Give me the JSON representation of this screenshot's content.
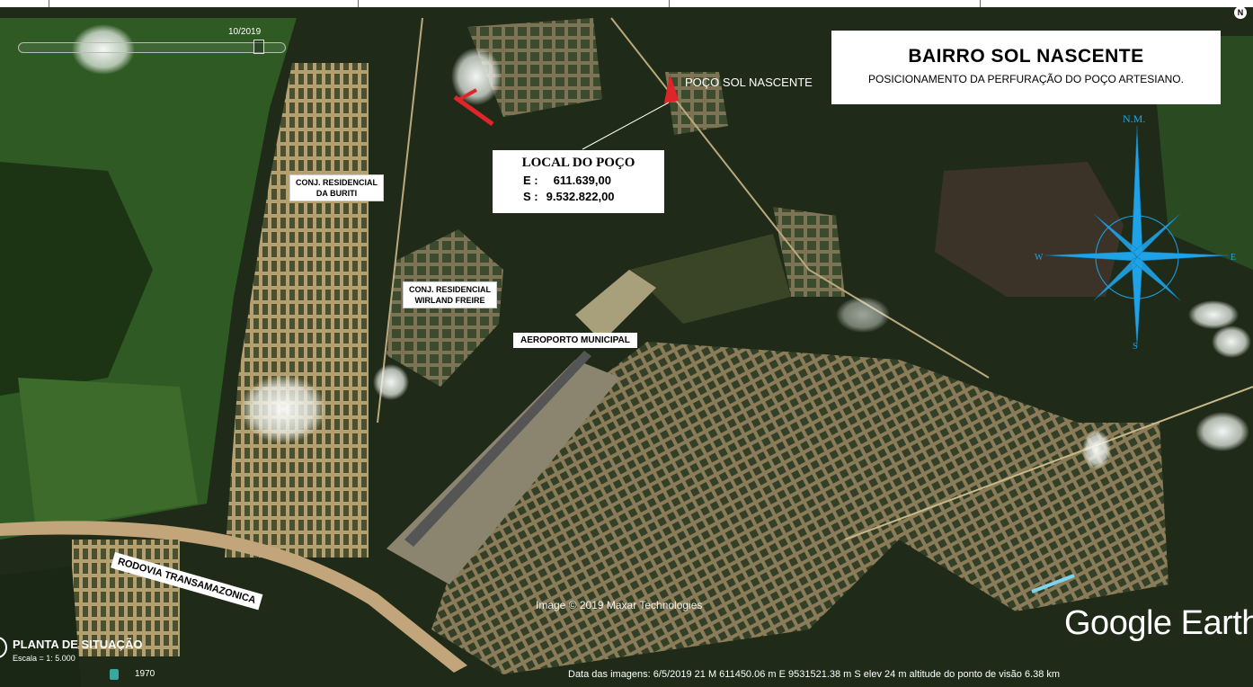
{
  "title": {
    "main": "BAIRRO SOL NASCENTE",
    "subtitle": "POSICIONAMENTO DA PERFURAÇÃO DO POÇO ARTESIANO."
  },
  "well": {
    "marker_label": "POÇO SOL NASCENTE",
    "box_title": "LOCAL DO POÇO",
    "e_label": "E :",
    "e_value": "611.639,00",
    "s_label": "S :",
    "s_value": "9.532.822,00"
  },
  "places": {
    "buriti_line1": "CONJ. RESIDENCIAL",
    "buriti_line2": "DA BURITI",
    "wirland_line1": "CONJ. RESIDENCIAL",
    "wirland_line2": "WIRLAND FREIRE",
    "airport": "AEROPORTO MUNICIPAL",
    "highway": "RODOVIA TRANSAMAZONICA"
  },
  "compass": {
    "north": "N.M.",
    "south": "S",
    "east": "E",
    "west": "W"
  },
  "google_earth": {
    "date_slider": "10/2019",
    "imagery_credit": "Image © 2019 Maxar Technologies",
    "logo": "Google Earth",
    "status_bar": "Data das imagens: 6/5/2019    21 M 611450.06 m E 9531521.38 m S   elev    24 m    altitude do ponto de visão   6.38 km",
    "year": "1970",
    "north_button": "N"
  },
  "plan": {
    "title": "PLANTA DE SITUAÇÃO",
    "scale": "Escala = 1: 5.000"
  },
  "colors": {
    "compass_blue": "#1fa3e6",
    "marker_red": "#e0252a",
    "vegetation_dark": "#1d2a17",
    "urban": "#cbb98b"
  }
}
